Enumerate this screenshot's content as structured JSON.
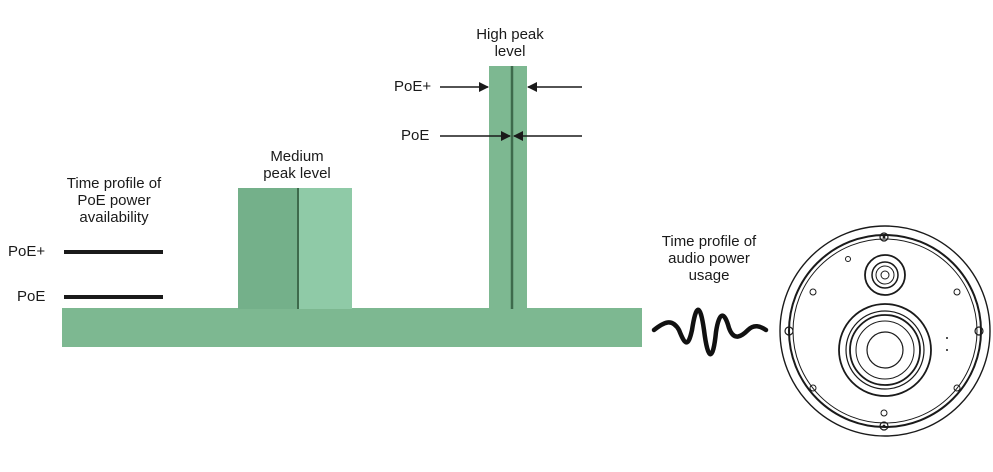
{
  "labels": {
    "availability_title": [
      "Time profile of",
      "PoE power",
      "availability"
    ],
    "poe_plus": "PoE+",
    "poe": "PoE",
    "medium_peak": [
      "Medium",
      "peak level"
    ],
    "high_peak": [
      "High peak",
      "level"
    ],
    "audio_usage": [
      "Time profile of",
      "audio power",
      "usage"
    ]
  },
  "colors": {
    "base_green": "#7db891",
    "medium_dark_green": "#74b08a",
    "medium_light_green": "#8fcaa7",
    "high_green": "#7db891",
    "line": "#1a1a1a",
    "divider": "#3e6a4c"
  },
  "icons": {
    "speaker": "ceiling-speaker-icon",
    "wave": "audio-wave-icon",
    "arrow": "arrow-icon"
  }
}
